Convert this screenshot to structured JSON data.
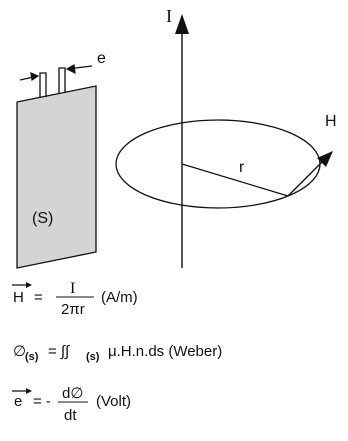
{
  "colors": {
    "line": "#111111",
    "plate_fill": "#d4d4d4"
  },
  "labels": {
    "current": "I",
    "voltage": "e",
    "field": "H",
    "radius": "r",
    "surface": "(S)"
  },
  "formulas": {
    "field": {
      "lhs": "H",
      "equals": "=",
      "numerator": "I",
      "denominator": "2πr",
      "unit": "(A/m)"
    },
    "flux": {
      "symbol": "∅",
      "subscript": "(s)",
      "middle": "= ∫∫",
      "subscript2": "(s)",
      "rest": "μ.H.n.ds (Weber)"
    },
    "emf": {
      "lhs": "e",
      "equals": "= -",
      "numerator": "d∅",
      "denominator": "dt",
      "unit": "(Volt)"
    }
  }
}
